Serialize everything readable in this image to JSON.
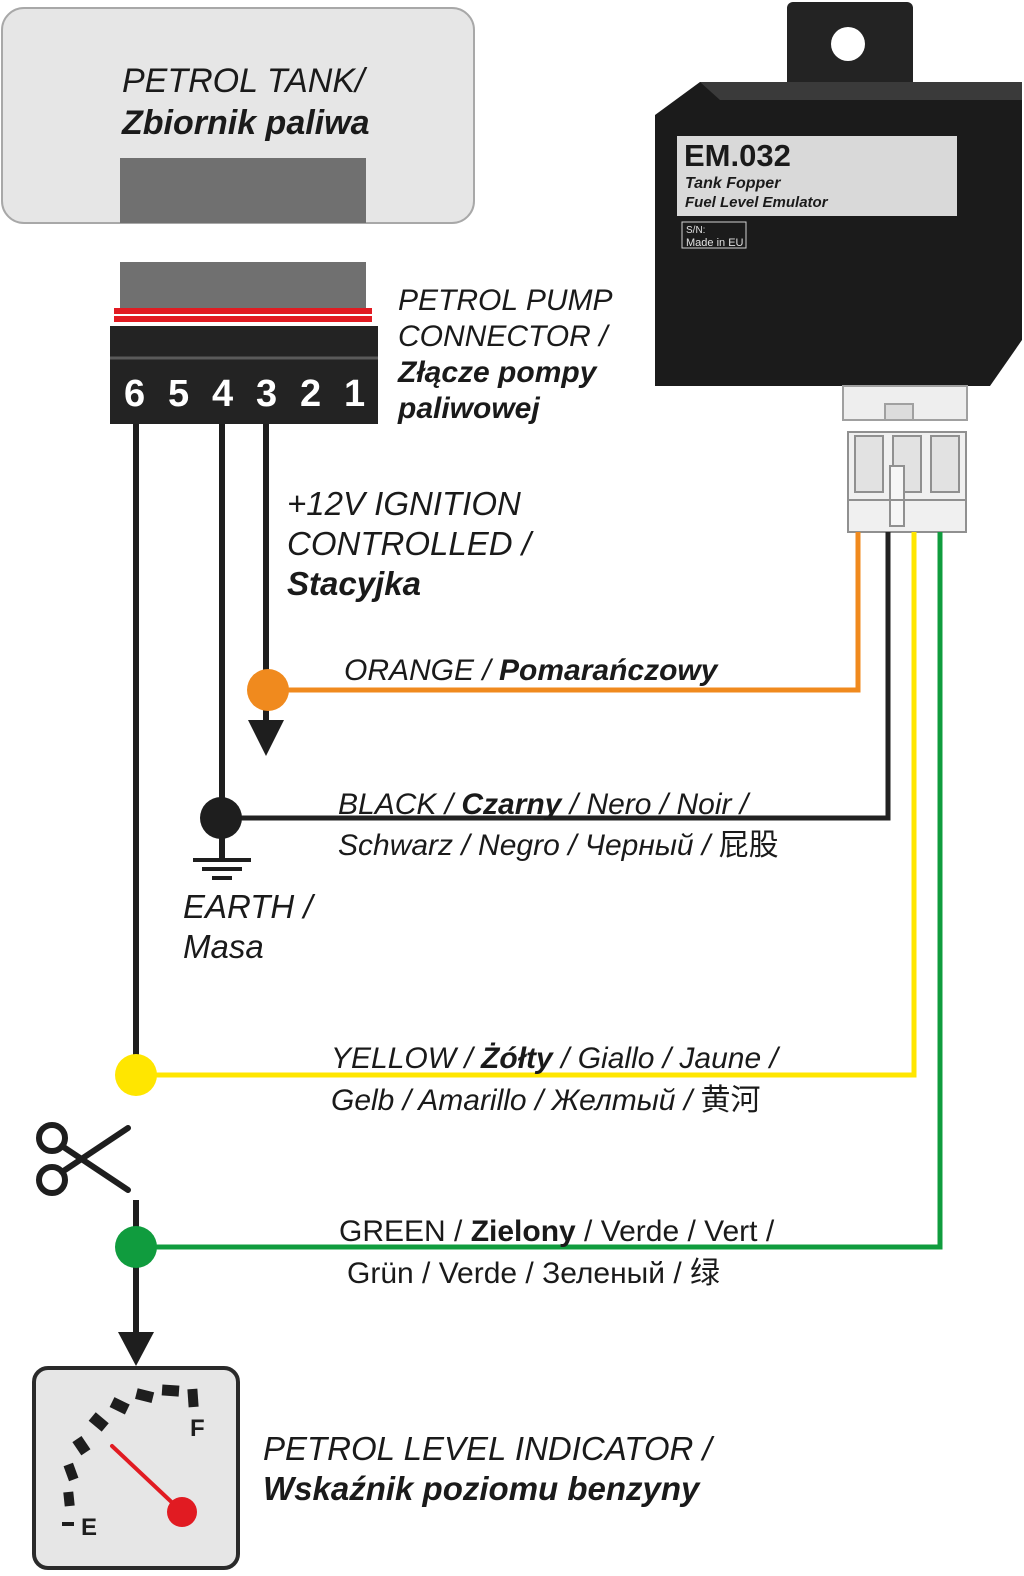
{
  "tank": {
    "title_line1": "PETROL TANK/",
    "title_line2": "Zbiornik paliwa"
  },
  "pump_connector": {
    "label_line1": "PETROL PUMP",
    "label_line2": "CONNECTOR /",
    "label_line3": "Złącze pompy",
    "label_line4": "paliwowej",
    "pins": [
      "6",
      "5",
      "4",
      "3",
      "2",
      "1"
    ]
  },
  "module": {
    "model": "EM.032",
    "name_line1": "Tank Fopper",
    "name_line2": "Fuel Level Emulator",
    "sn_label": "S/N:",
    "made_in": "Made in EU"
  },
  "ignition": {
    "line1": "+12V IGNITION",
    "line2": "CONTROLLED /",
    "line3": "Stacyjka"
  },
  "wires": {
    "orange": {
      "en": "ORANGE / ",
      "pl": "Pomarańczowy",
      "color": "#f08a1e"
    },
    "black": {
      "en": "BLACK / ",
      "pl": "Czarny",
      "rest1": " / Nero / Noir /",
      "line2": "Schwarz / Negro / Черный / ",
      "cjk": "屁股",
      "color": "#222222"
    },
    "yellow": {
      "en": "YELLOW / ",
      "pl": "Żółty",
      "rest1": " / Giallo / Jaune /",
      "line2": "Gelb / Amarillo / Желтый / ",
      "cjk": "黄河",
      "color": "#ffe600"
    },
    "green": {
      "en": "GREEN / ",
      "pl": "Zielony",
      "rest1": " / Verde / Vert /",
      "line2": "Grün / Verde / Зеленый / ",
      "cjk": "绿",
      "color": "#109c3e"
    }
  },
  "earth": {
    "line1": "EARTH /",
    "line2": "Masa"
  },
  "gauge": {
    "full_label": "F",
    "empty_label": "E",
    "title_line1": "PETROL LEVEL INDICATOR /",
    "title_line2": "Wskaźnik poziomu benzyny"
  },
  "icons": {
    "cut": "scissors-icon",
    "ground": "ground-icon"
  }
}
